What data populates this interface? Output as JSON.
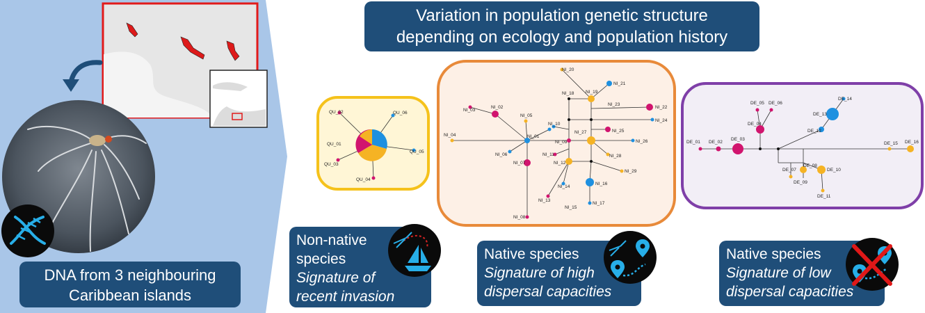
{
  "title": {
    "line1": "Variation in population genetic structure",
    "line2": "depending on ecology and population history"
  },
  "dna_caption": {
    "line1": "DNA from 3 neighbouring",
    "line2": "Caribbean islands"
  },
  "captions": [
    {
      "line1": "Non-native",
      "line2": "species",
      "line3": "Signature of",
      "line4": "recent invasion"
    },
    {
      "line1": "Native species",
      "line2": "Signature of high",
      "line3": "dispersal capacities"
    },
    {
      "line1": "Native species",
      "line2": "Signature of low",
      "line3": "dispersal capacities"
    }
  ],
  "colors": {
    "navy": "#1f4e79",
    "pink": "#d1146e",
    "blue": "#1e90e0",
    "yellow": "#f5b324",
    "left_bg": "#a9c6e8",
    "map_border": "#e21a1a",
    "island_red": "#dd1a1a",
    "panel_qu_border": "#f5c21b",
    "panel_qu_fill": "#fff6d6",
    "panel_ni_border": "#e88a3a",
    "panel_ni_fill": "#fdf0e6",
    "panel_de_border": "#7f3fa8",
    "panel_de_fill": "#f2eef6"
  },
  "icons": [
    "dna-icon",
    "mosquito-boat-icon",
    "mosquito-route-icon",
    "crossed-route-icon"
  ],
  "network_qu": {
    "labels": [
      "QU_01",
      "QU_02",
      "QU_03",
      "QU_04",
      "QU_05",
      "QU_06"
    ]
  },
  "network_ni": {
    "labels": [
      "NI_01",
      "NI_02",
      "NI_03",
      "NI_04",
      "NI_05",
      "NI_06",
      "NI_07",
      "NI_08",
      "NI_09",
      "NI_10",
      "NI_11",
      "NI_12",
      "NI_13",
      "NI_14",
      "NI_15",
      "NI_16",
      "NI_17",
      "NI_18",
      "NI_19",
      "NI_20",
      "NI_21",
      "NI_22",
      "NI_23",
      "NI_24",
      "NI_25",
      "NI_26",
      "NI_27",
      "NI_28",
      "NI_29"
    ]
  },
  "network_de": {
    "labels": [
      "DE_01",
      "DE_02",
      "DE_03",
      "DE_04",
      "DE_05",
      "DE_06",
      "DE_07",
      "DE_08",
      "DE_09",
      "DE_10",
      "DE_11",
      "DE_12",
      "DE_13",
      "DE_14",
      "DE_15",
      "DE_16"
    ]
  }
}
